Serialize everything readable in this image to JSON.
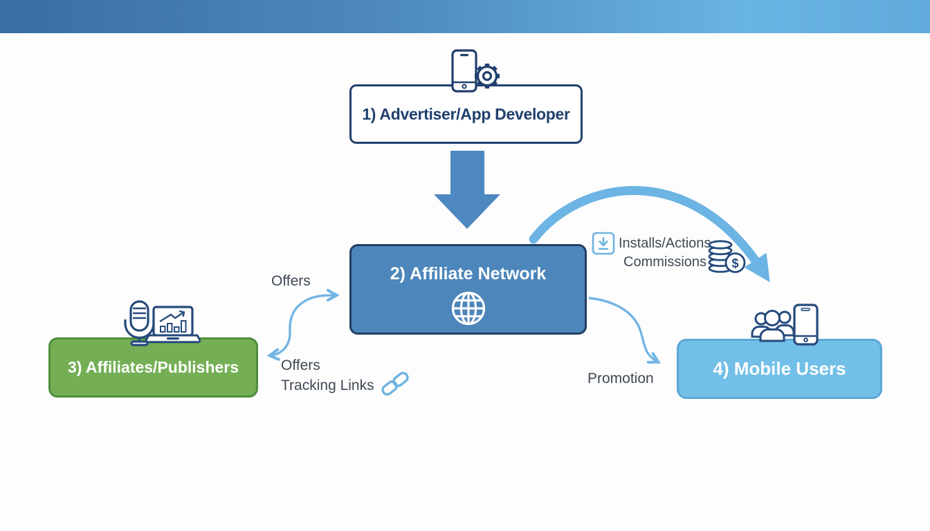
{
  "banner": {
    "gradient_left": "#3a6da1",
    "gradient_right": "#68b4e3"
  },
  "nodes": {
    "advertiser": {
      "label": "1) Advertiser/App Developer",
      "fill": "#ffffff",
      "border": "#20406f",
      "text_color": "#20406f",
      "icons": [
        "smartphone-icon",
        "gear-icon"
      ]
    },
    "network": {
      "label": "2) Affiliate Network",
      "fill": "#4c86ba",
      "border": "#243e63",
      "text_color": "#ffffff",
      "icons": [
        "globe-icon"
      ]
    },
    "affiliates": {
      "label": "3) Affiliates/Publishers",
      "fill": "#74af55",
      "border": "#4e8f3c",
      "text_color": "#ffffff",
      "icons": [
        "microphone-icon",
        "laptop-chart-icon"
      ]
    },
    "mobile_users": {
      "label": "4) Mobile Users",
      "fill": "#72bfe7",
      "border": "#5aa7d6",
      "text_color": "#ffffff",
      "icons": [
        "people-group-icon",
        "smartphone-icon"
      ]
    }
  },
  "labels": {
    "offers_to_network": "Offers",
    "offers_return": "Offers",
    "tracking_links": "Tracking Links",
    "installs_actions": "Installs/Actions",
    "commissions": "Commissions",
    "promotion": "Promotion"
  },
  "icons": {
    "dollar_glyph": "$"
  },
  "arrow_colors": {
    "big_down_arrow": "#4e88c1",
    "arc_arrow": "#6cb4e3",
    "thin_arrows": "#74b5e4",
    "text_labels": "#3f4854",
    "icon_navy": "#254a7c",
    "icon_light_blue": "#6fb3e0"
  }
}
